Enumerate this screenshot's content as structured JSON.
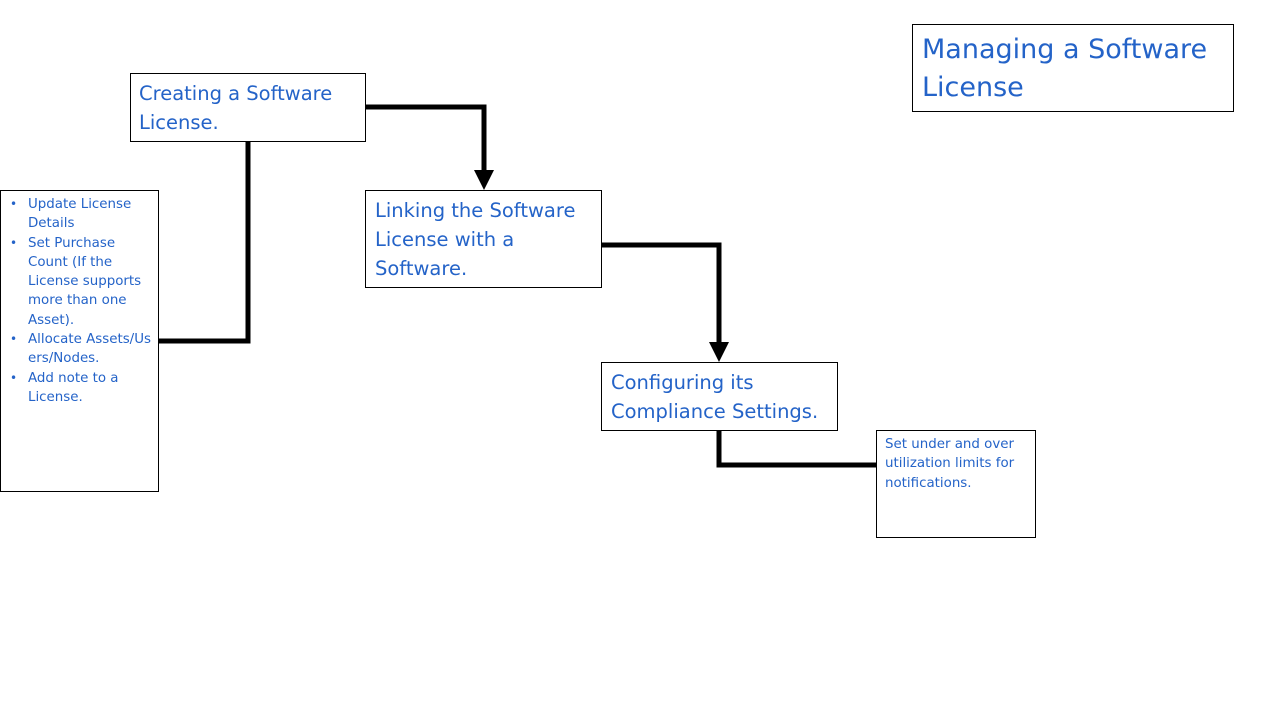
{
  "title": "Managing a Software License",
  "steps": [
    {
      "label": "Creating a Software License."
    },
    {
      "label": "Linking the Software License with a Software."
    },
    {
      "label": "Configuring its Compliance Settings."
    }
  ],
  "notes": {
    "creating": {
      "items": [
        "Update License Details",
        "Set Purchase Count (If the License supports more than one Asset).",
        "Allocate Assets/Users/Nodes.",
        "Add note to a License."
      ]
    },
    "compliance": {
      "text": "Set under and over utilization limits for notifications."
    }
  },
  "colors": {
    "text": "#2463c8",
    "border": "#000000",
    "connector": "#000000",
    "background": "#ffffff"
  }
}
